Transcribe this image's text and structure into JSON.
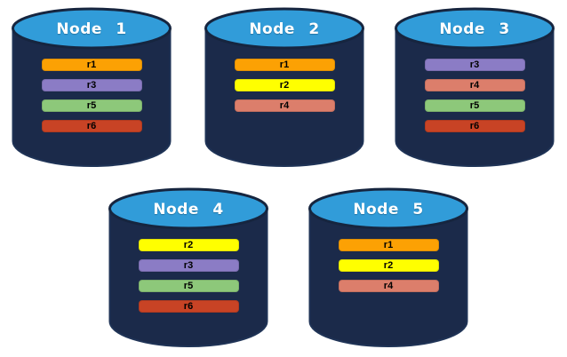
{
  "diagram": {
    "description": "Five database node cylinders showing replica placement",
    "colors": {
      "cylinder_body": "#1B2A4A",
      "cylinder_body_outline": "#1F3356",
      "cylinder_top": "#319CD9",
      "cylinder_top_outline": "#16253F",
      "title_text": "#FFFFFF",
      "bar_text": "#000000"
    },
    "replica_colors": {
      "r1": "#FCA104",
      "r2": "#FFFF00",
      "r3": "#8B7CC5",
      "r4": "#DC7E6B",
      "r5": "#8DC87A",
      "r6": "#C84325"
    },
    "nodes": [
      {
        "label": "Node 1",
        "replicas": [
          {
            "label": "r1"
          },
          {
            "label": "r3"
          },
          {
            "label": "r5"
          },
          {
            "label": "r6"
          }
        ]
      },
      {
        "label": "Node 2",
        "replicas": [
          {
            "label": "r1"
          },
          {
            "label": "r2"
          },
          {
            "label": "r4"
          }
        ]
      },
      {
        "label": "Node 3",
        "replicas": [
          {
            "label": "r3"
          },
          {
            "label": "r4"
          },
          {
            "label": "r5"
          },
          {
            "label": "r6"
          }
        ]
      },
      {
        "label": "Node 4",
        "replicas": [
          {
            "label": "r2"
          },
          {
            "label": "r3"
          },
          {
            "label": "r5"
          },
          {
            "label": "r6"
          }
        ]
      },
      {
        "label": "Node 5",
        "replicas": [
          {
            "label": "r1"
          },
          {
            "label": "r2"
          },
          {
            "label": "r4"
          }
        ]
      }
    ]
  }
}
